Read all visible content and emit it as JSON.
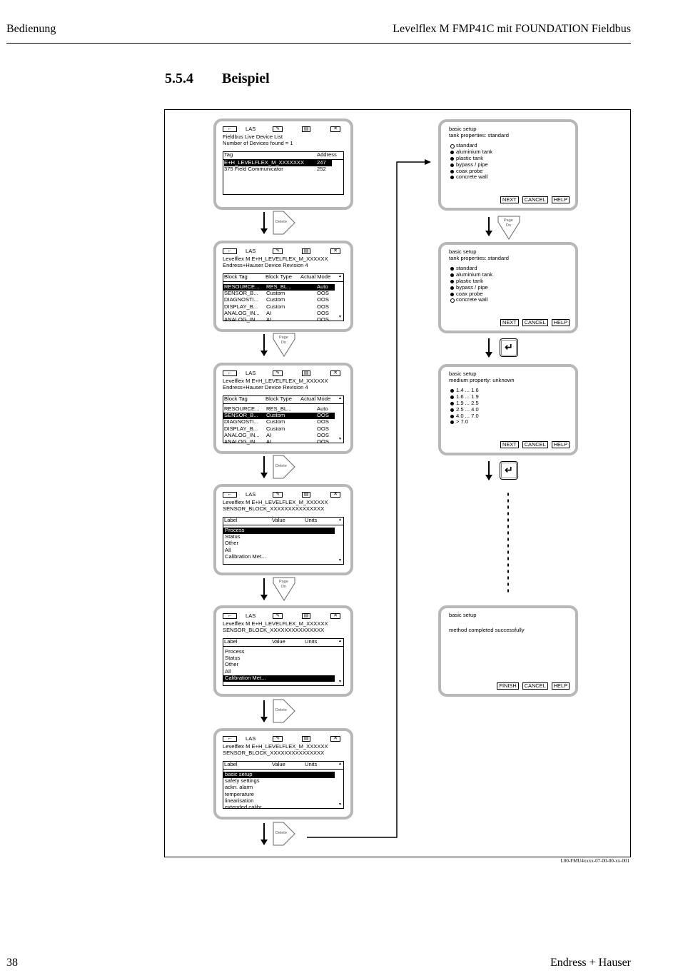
{
  "header": {
    "left": "Bedienung",
    "right": "Levelflex M FMP41C mit FOUNDATION Fieldbus"
  },
  "section": {
    "number": "5.5.4",
    "title": "Beispiel"
  },
  "figure_code": "L00-FMU4xxxx-07-00-00-xx-001",
  "footer": {
    "page": "38",
    "brand": "Endress + Hauser"
  },
  "keys": {
    "delete": "Delete",
    "page_dn_1": "Page",
    "page_dn_2": "Dn",
    "enter": "↵"
  },
  "icons": {
    "back": "back-arrow-icon",
    "las": "LAS",
    "edit": "edit-icon",
    "doc": "document-icon",
    "close": "close-icon"
  },
  "screens": [
    {
      "line1": "Fieldbus Live Device List",
      "line2": "Number of Devices found = 1",
      "cols": [
        "Tag",
        "Address"
      ],
      "rows": [
        [
          "E+H_LEVELFLEX_M_XXXXXXX",
          "247"
        ],
        [
          "375 Field Communicator",
          "252"
        ]
      ]
    },
    {
      "line1": "Levelflex M E+H_LEVELFLEX_M_XXXXXX",
      "line2": "Endress+Hauser Device Revision 4",
      "cols": [
        "Block Tag",
        "Block Type",
        "Actual Mode"
      ],
      "rows": [
        [
          "RESOURCE...",
          "RES_BL...",
          "Auto"
        ],
        [
          "SENSOR_B...",
          "Custom",
          "OOS"
        ],
        [
          "DIAGNOSTI...",
          "Custom",
          "OOS"
        ],
        [
          "DISPLAY_B...",
          "Custom",
          "OOS"
        ],
        [
          "ANALOG_IN...",
          "AI",
          "OOS"
        ],
        [
          "ANALOG_IN...",
          "AI",
          "OOS"
        ]
      ]
    },
    {
      "line1": "Levelflex M E+H_LEVELFLEX_M_XXXXXX",
      "line2": "Endress+Hauser Device Revision 4",
      "cols": [
        "Block Tag",
        "Block Type",
        "Actual Mode"
      ],
      "rows": [
        [
          "RESOURCE...",
          "RES_BL...",
          "Auto"
        ],
        [
          "SENSOR_B...",
          "Custom",
          "OOS"
        ],
        [
          "DIAGNOSTI...",
          "Custom",
          "OOS"
        ],
        [
          "DISPLAY_B...",
          "Custom",
          "OOS"
        ],
        [
          "ANALOG_IN...",
          "AI",
          "OOS"
        ],
        [
          "ANALOG_IN...",
          "AI",
          "OOS"
        ]
      ]
    },
    {
      "line1": "Levelflex M E+H_LEVELFLEX_M_XXXXXX",
      "line2": "SENSOR_BLOCK_XXXXXXXXXXXXXXX",
      "cols": [
        "Label",
        "Value",
        "Units"
      ],
      "rows": [
        "Process",
        "Status",
        "Other",
        "All",
        "Calibration Met..."
      ]
    },
    {
      "line1": "Levelflex M E+H_LEVELFLEX_M_XXXXXX",
      "line2": "SENSOR_BLOCK_XXXXXXXXXXXXXXX",
      "cols": [
        "Label",
        "Value",
        "Units"
      ],
      "rows": [
        "Process",
        "Status",
        "Other",
        "All",
        "Calibration Met..."
      ]
    },
    {
      "line1": "Levelflex M E+H_LEVELFLEX_M_XXXXXX",
      "line2": "SENSOR_BLOCK_XXXXXXXXXXXXXXX",
      "cols": [
        "Label",
        "Value",
        "Units"
      ],
      "rows": [
        "basic setup",
        "safety settings",
        "ackn. alarm",
        "temperature",
        "linearisation",
        "extended calibr."
      ]
    }
  ],
  "wizards": [
    {
      "title": "basic setup",
      "subtitle": "tank properties: standard",
      "options": [
        "standard",
        "aluminium tank",
        "plastic tank",
        "bypass / pipe",
        "coax probe",
        "concrete wall"
      ],
      "buttons": [
        "NEXT",
        "CANCEL",
        "HELP"
      ]
    },
    {
      "title": "basic setup",
      "subtitle": "tank properties: standard",
      "options": [
        "standard",
        "aluminium tank",
        "plastic tank",
        "bypass / pipe",
        "coax probe",
        "concrete wall"
      ],
      "buttons": [
        "NEXT",
        "CANCEL",
        "HELP"
      ]
    },
    {
      "title": "basic setup",
      "subtitle": "medium property: unknown",
      "options": [
        "1.4 ... 1.6",
        "1.6 ... 1.9",
        "1.9 ... 2.5",
        "2.5 ... 4.0",
        "4.0 ... 7.0",
        "> 7.0"
      ],
      "buttons": [
        "NEXT",
        "CANCEL",
        "HELP"
      ]
    },
    {
      "title": "basic setup",
      "subtitle": "method completed successfully",
      "buttons": [
        "FINISH",
        "CANCEL",
        "HELP"
      ]
    }
  ]
}
